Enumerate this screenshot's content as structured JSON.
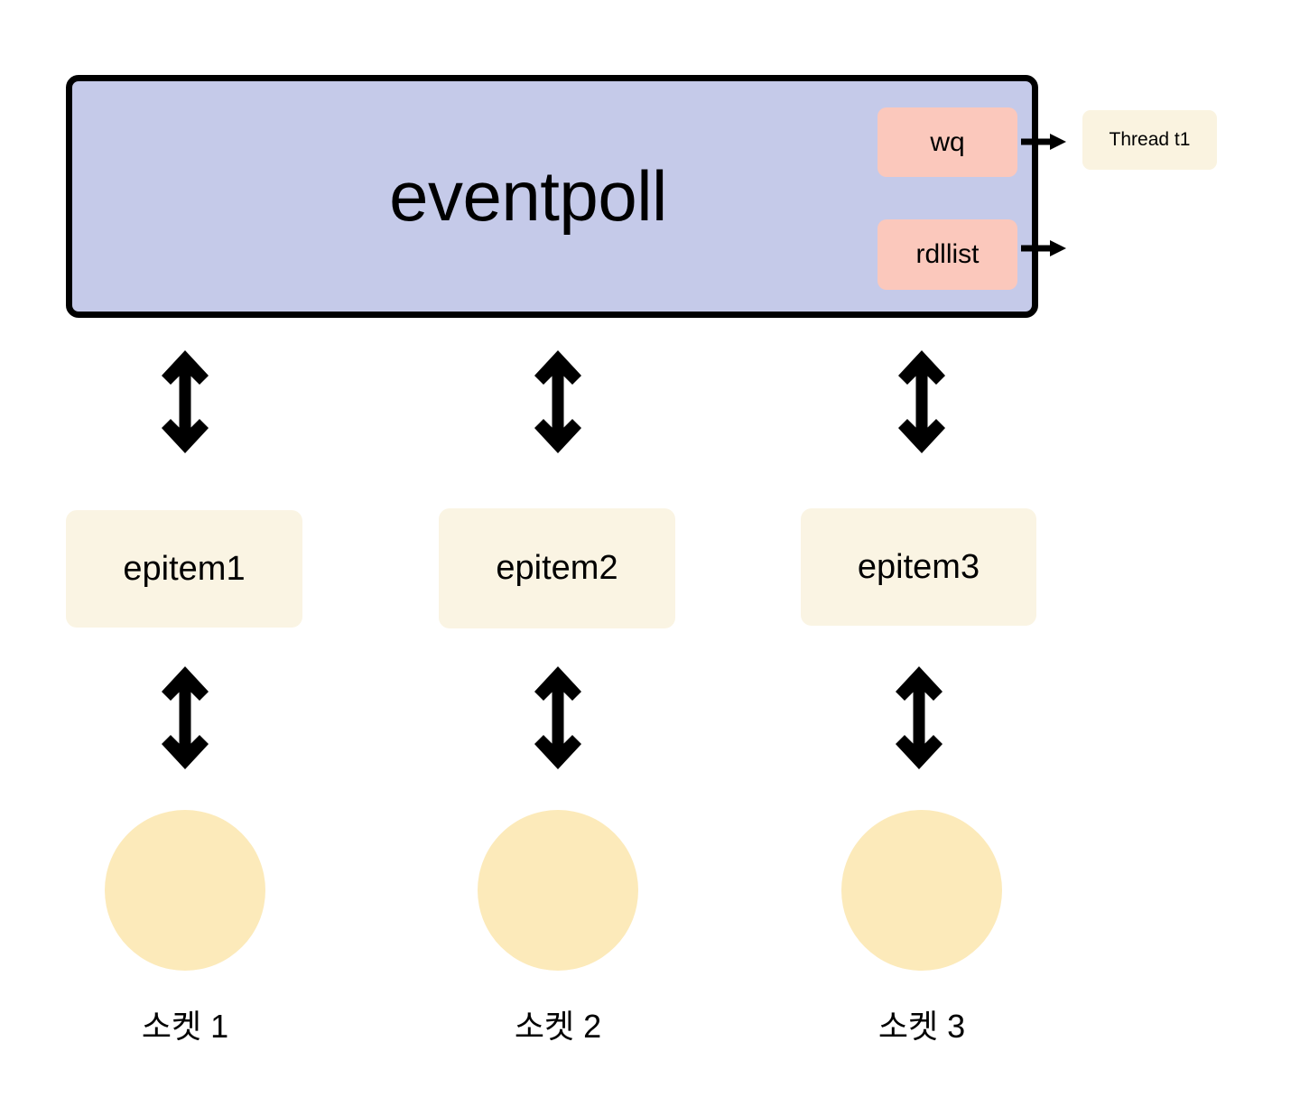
{
  "diagram": {
    "title": "eventpoll epoll structure diagram",
    "colors": {
      "eventpoll_fill": "#c5cae9",
      "eventpoll_border": "#000000",
      "field_fill": "#fbc8bc",
      "thread_fill": "#faf3e0",
      "epitem_fill": "#faf4e3",
      "socket_fill": "#fceaba",
      "arrow": "#000000",
      "text": "#000000",
      "background": "#ffffff"
    }
  },
  "eventpoll": {
    "label": "eventpoll",
    "fields": [
      {
        "name": "wq",
        "label": "wq"
      },
      {
        "name": "rdllist",
        "label": "rdllist"
      }
    ]
  },
  "thread": {
    "label": "Thread t1"
  },
  "epitems": [
    {
      "label": "epitem1"
    },
    {
      "label": "epitem2"
    },
    {
      "label": "epitem3"
    }
  ],
  "sockets": [
    {
      "label": "소켓 1"
    },
    {
      "label": "소켓 2"
    },
    {
      "label": "소켓 3"
    }
  ],
  "connectors": {
    "eventpoll_to_epitem": [
      {
        "name": "eventpoll-epitem1",
        "kind": "double-arrow-vertical"
      },
      {
        "name": "eventpoll-epitem2",
        "kind": "double-arrow-vertical"
      },
      {
        "name": "eventpoll-epitem3",
        "kind": "double-arrow-vertical"
      }
    ],
    "epitem_to_socket": [
      {
        "name": "epitem1-socket1",
        "kind": "double-arrow-vertical"
      },
      {
        "name": "epitem2-socket2",
        "kind": "double-arrow-vertical"
      },
      {
        "name": "epitem3-socket3",
        "kind": "double-arrow-vertical"
      }
    ],
    "wq_out": {
      "name": "wq-to-thread",
      "kind": "arrow-right"
    },
    "rdllist_out": {
      "name": "rdllist-out",
      "kind": "arrow-right"
    }
  }
}
